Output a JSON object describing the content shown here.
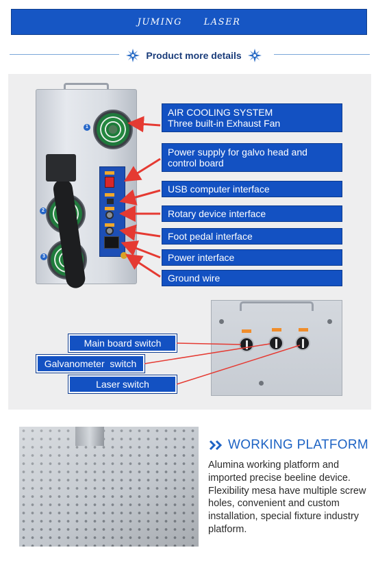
{
  "banner": {
    "text": "JUMING LASER"
  },
  "section_heading": {
    "text": "Product more details",
    "icon": "snowflake-star-icon",
    "color": "#1a3c7a"
  },
  "colors": {
    "banner_blue": "#1656c4",
    "label_blue": "#1351c2",
    "arrow_red": "#e53a32",
    "title_blue": "#1d63c4"
  },
  "labels": [
    {
      "line1": "AIR COOLING SYSTEM",
      "line2": "Three built-in Exhaust Fan"
    },
    {
      "line1": "Power supply for galvo head and",
      "line2": "control board"
    },
    {
      "line1": "USB computer interface",
      "line2": ""
    },
    {
      "line1": "Rotary device interface",
      "line2": ""
    },
    {
      "line1": "Foot pedal interface",
      "line2": ""
    },
    {
      "line1": "Power interface",
      "line2": ""
    },
    {
      "line1": "Ground wire",
      "line2": ""
    }
  ],
  "fan_badges": [
    "1",
    "2",
    "3"
  ],
  "switch_labels": [
    "Main board switch",
    "Galvanometer  switch",
    "Laser switch"
  ],
  "working_platform": {
    "title": "WORKING PLATFORM",
    "icon": "double-chevron-right-icon",
    "description": "Alumina working platform and imported precise beeline device. Flexibility mesa have multiple screw holes, convenient and custom installation, special fixture industry platform."
  }
}
